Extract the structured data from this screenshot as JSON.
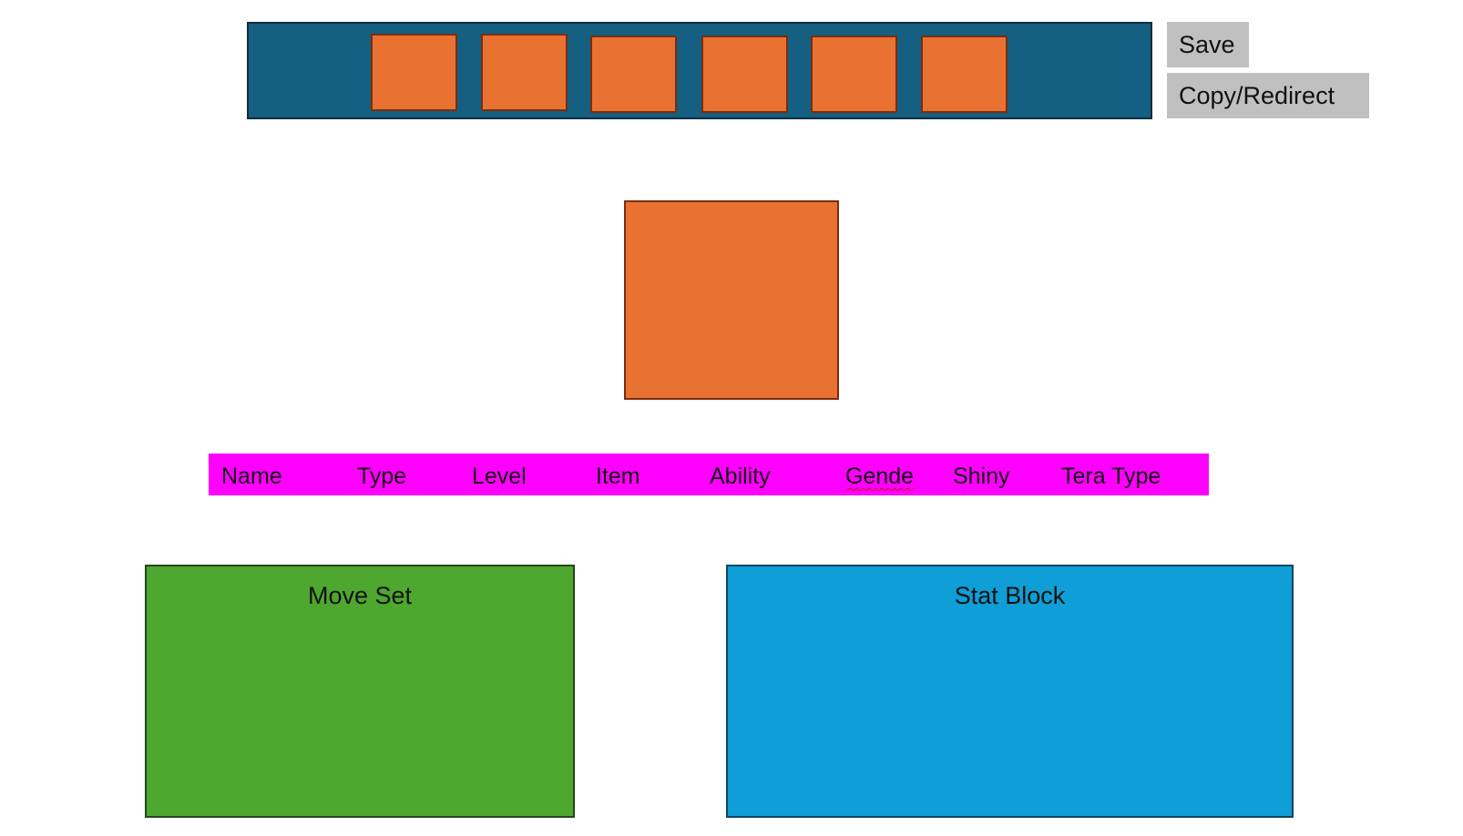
{
  "team": {
    "slots": [
      {
        "id": "slot-1"
      },
      {
        "id": "slot-2"
      },
      {
        "id": "slot-3"
      },
      {
        "id": "slot-4"
      },
      {
        "id": "slot-5"
      },
      {
        "id": "slot-6"
      }
    ]
  },
  "actions": {
    "save_label": "Save",
    "copy_label": "Copy/Redirect"
  },
  "attributes": {
    "fields": [
      "Name",
      "Type",
      "Level",
      "Item",
      "Ability",
      "Gende",
      "Shiny",
      "Tera Type"
    ]
  },
  "panels": {
    "move_set_title": "Move Set",
    "stat_block_title": "Stat Block"
  },
  "colors": {
    "team_bar": "#155f82",
    "slot_fill": "#e97132",
    "attribute_strip": "#ff00ff",
    "move_set": "#4ea72e",
    "stat_block": "#0f9ed5",
    "button": "#c0c0c0"
  }
}
